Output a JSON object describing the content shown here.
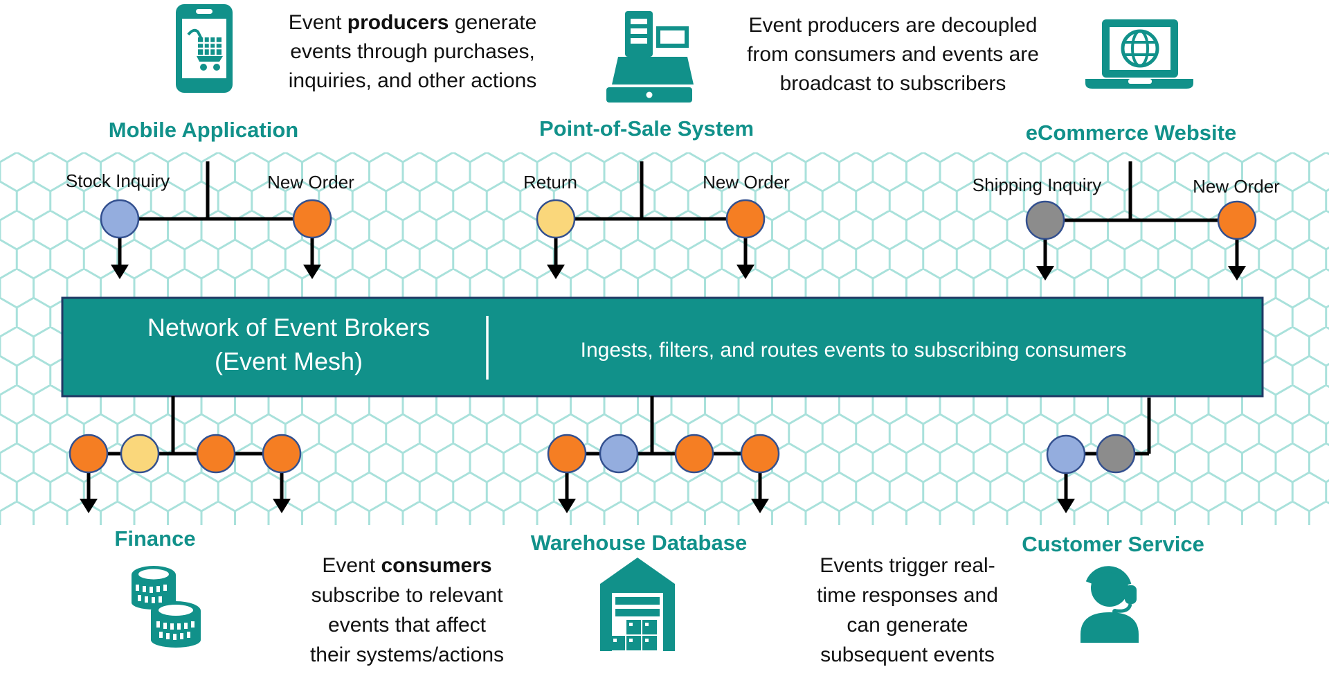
{
  "colors": {
    "teal": "#11918A",
    "banner_background": "#11918A",
    "banner_border": "#1F3864",
    "hex_grid_line": "#A9E1DB",
    "connector_black": "#000000",
    "event_orange": "#F57E23",
    "event_yellow": "#FAD77B",
    "event_blue": "#94ADDE",
    "event_gray": "#8C8C8C",
    "circle_border": "#33508F",
    "text_black": "#111111"
  },
  "producers": {
    "annotation_left": {
      "line1_pre": "Event ",
      "line1_bold": "producers",
      "line1_post": " generate",
      "line2": "events through purchases,",
      "line3": "inquiries, and other actions"
    },
    "annotation_right": {
      "line1": "Event producers are decoupled",
      "line2": "from consumers and events are",
      "line3": "broadcast to subscribers"
    },
    "sources": [
      {
        "label": "Mobile Application",
        "events": [
          {
            "label": "Stock Inquiry",
            "color": "blue"
          },
          {
            "label": "New Order",
            "color": "orange"
          }
        ]
      },
      {
        "label": "Point-of-Sale System",
        "events": [
          {
            "label": "Return",
            "color": "yellow"
          },
          {
            "label": "New Order",
            "color": "orange"
          }
        ]
      },
      {
        "label": "eCommerce Website",
        "events": [
          {
            "label": "Shipping Inquiry",
            "color": "gray"
          },
          {
            "label": "New Order",
            "color": "orange"
          }
        ]
      }
    ]
  },
  "broker": {
    "title_line1": "Network of Event Brokers",
    "title_line2": "(Event Mesh)",
    "description": "Ingests, filters, and routes events to subscribing consumers"
  },
  "consumers": {
    "annotation_left": {
      "line1_pre": "Event ",
      "line1_bold": "consumers",
      "line1_post": "",
      "line2": "subscribe to relevant",
      "line3": "events that affect",
      "line4": "their systems/actions"
    },
    "annotation_right": {
      "line1": "Events trigger real-",
      "line2": "time responses and",
      "line3": "can generate",
      "line4": "subsequent events"
    },
    "targets": [
      {
        "label": "Finance",
        "event_colors": [
          "orange",
          "yellow",
          "orange",
          "orange"
        ]
      },
      {
        "label": "Warehouse Database",
        "event_colors": [
          "orange",
          "blue",
          "orange",
          "orange"
        ]
      },
      {
        "label": "Customer Service",
        "event_colors": [
          "blue",
          "gray"
        ]
      }
    ]
  }
}
